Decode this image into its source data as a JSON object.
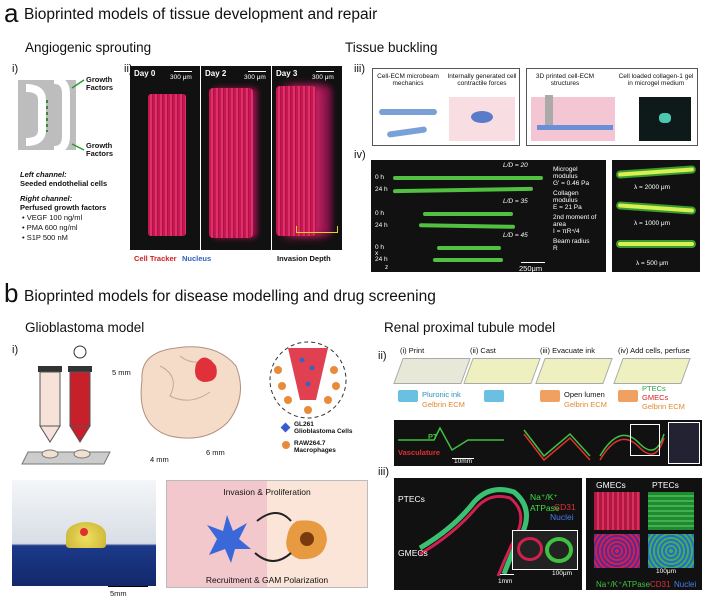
{
  "section_a": {
    "letter": "a",
    "title": "Bioprinted models of tissue development and repair",
    "angiogenic": {
      "title": "Angiogenic sprouting",
      "label_i": "i)",
      "label_ii": "ii)",
      "growth_factors_top": "Growth Factors",
      "growth_factors_bottom": "Growth Factors",
      "left_channel_title": "Left channel:",
      "left_channel_desc": "Seeded endothelial cells",
      "right_channel_title": "Right channel:",
      "right_channel_desc": "Perfused growth factors",
      "factors": [
        "VEGF 100 ng/ml",
        "PMA 600 ng/ml",
        "S1P 500 nM"
      ],
      "days": [
        "Day 0",
        "Day 2",
        "Day 3"
      ],
      "scale": "300 μm",
      "legend_cell_tracker": "Cell Tracker",
      "legend_nucleus": "Nucleus",
      "invasion_depth": "Invasion Depth"
    },
    "buckling": {
      "title": "Tissue buckling",
      "label_iii": "iii)",
      "label_iv": "iv)",
      "box1_a": "Cell-ECM microbeam mechanics",
      "box1_b": "Internally generated cell contractile forces",
      "box2_a": "3D printed cell-ECM structures",
      "box2_b": "Cell loaded collagen-1 gel in microgel medium",
      "ratios": [
        "L/D = 20",
        "L/D = 35",
        "L/D = 45"
      ],
      "times": [
        "0 h",
        "24 h",
        "0 h",
        "24 h",
        "0 h",
        "24 h"
      ],
      "param1": "Microgel modulus",
      "param1_val": "G′ = 0.46 Pa",
      "param2": "Collagen modulus",
      "param2_val": "E = 21 Pa",
      "param3": "2nd moment of area",
      "param3_val": "I = πR⁴/4",
      "param4": "Beam radius",
      "param4_val": "R",
      "scale": "250μm",
      "lambdas": [
        "λ = 2000 μm",
        "λ = 1000 μm",
        "λ = 500 μm"
      ],
      "axis_x": "x",
      "axis_z": "z"
    }
  },
  "section_b": {
    "letter": "b",
    "title": "Bioprinted models for disease modelling and drug screening",
    "glioblastoma": {
      "title": "Glioblastoma model",
      "label_i": "i)",
      "dim_5": "5 mm",
      "dim_4": "4 mm",
      "dim_6": "6 mm",
      "cells1": "GL261 Glioblastoma Cells",
      "cells2": "RAW264.7 Macrophages",
      "photo_scale": "5mm",
      "invasion": "Invasion & Proliferation",
      "recruitment": "Recruitment & GAM Polarization"
    },
    "renal": {
      "title": "Renal proximal tubule model",
      "label_ii": "ii)",
      "label_iii": "iii)",
      "steps": [
        "(i) Print",
        "(ii) Cast",
        "(iii) Evacuate ink",
        "(iv) Add cells, perfuse"
      ],
      "pluronic": "Pluronic ink",
      "gelbrin1": "Gelbrin ECM",
      "open_lumen": "Open lumen",
      "gelbrin2": "Gelbrin ECM",
      "ptecs_legend": "PTECs",
      "gmecs_legend": "GMECs",
      "gelbrin3": "Gelbrin ECM",
      "pt": "PT",
      "vasculature": "Vasculature",
      "scale_10mm": "10mm",
      "ptecs": "PTECs",
      "gmecs": "GMECs",
      "atpase": "Na⁺/K⁺ ATPase",
      "cd31": "CD31",
      "nuclei": "Nuclei",
      "scale_1mm": "1mm",
      "scale_100a": "100μm",
      "gmecs2": "GMECs",
      "ptecs2": "PTECs",
      "scale_100b": "100μm",
      "atpase2": "Na⁺/K⁺ATPase",
      "cd31_2": "CD31",
      "nuclei2": "Nuclei"
    }
  }
}
